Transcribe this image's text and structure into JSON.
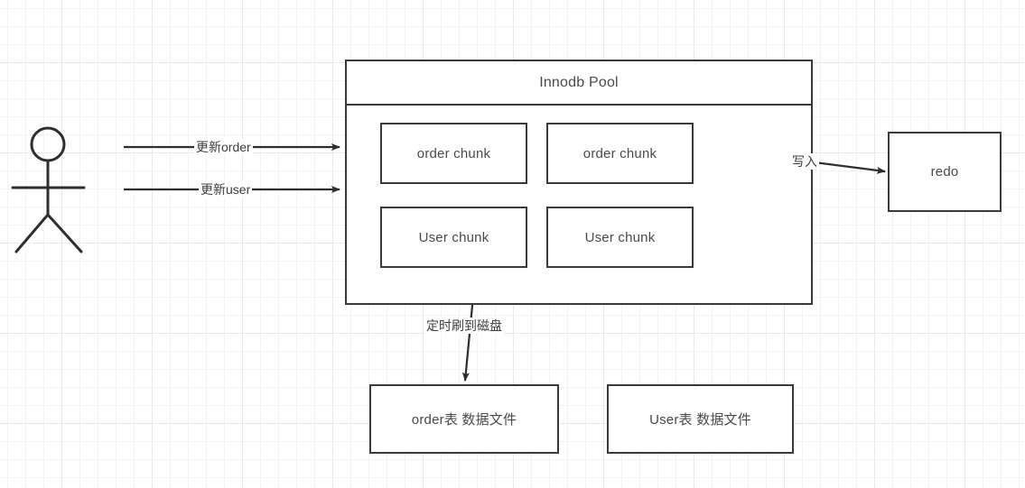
{
  "diagram": {
    "title_note": "InnoDB buffer pool write flow diagram",
    "actor": {
      "name": "user-actor"
    },
    "pool": {
      "header_label": "Innodb Pool",
      "chunks": [
        {
          "label": "order chunk"
        },
        {
          "label": "order chunk"
        },
        {
          "label": "User chunk"
        },
        {
          "label": "User chunk"
        }
      ]
    },
    "redo": {
      "label": "redo"
    },
    "data_files": [
      {
        "label": "order表 数据文件"
      },
      {
        "label": "User表 数据文件"
      }
    ],
    "edges": [
      {
        "id": "update-order",
        "label": "更新order"
      },
      {
        "id": "update-user",
        "label": "更新user"
      },
      {
        "id": "write-redo",
        "label": "写入"
      },
      {
        "id": "flush-disk",
        "label": "定时刷到磁盘"
      }
    ],
    "colors": {
      "stroke": "#3a3a3a",
      "text": "#4a4a4a",
      "background": "#ffffff",
      "grid_minor": "#f4f4f4",
      "grid_major": "#e9e9e9"
    }
  }
}
